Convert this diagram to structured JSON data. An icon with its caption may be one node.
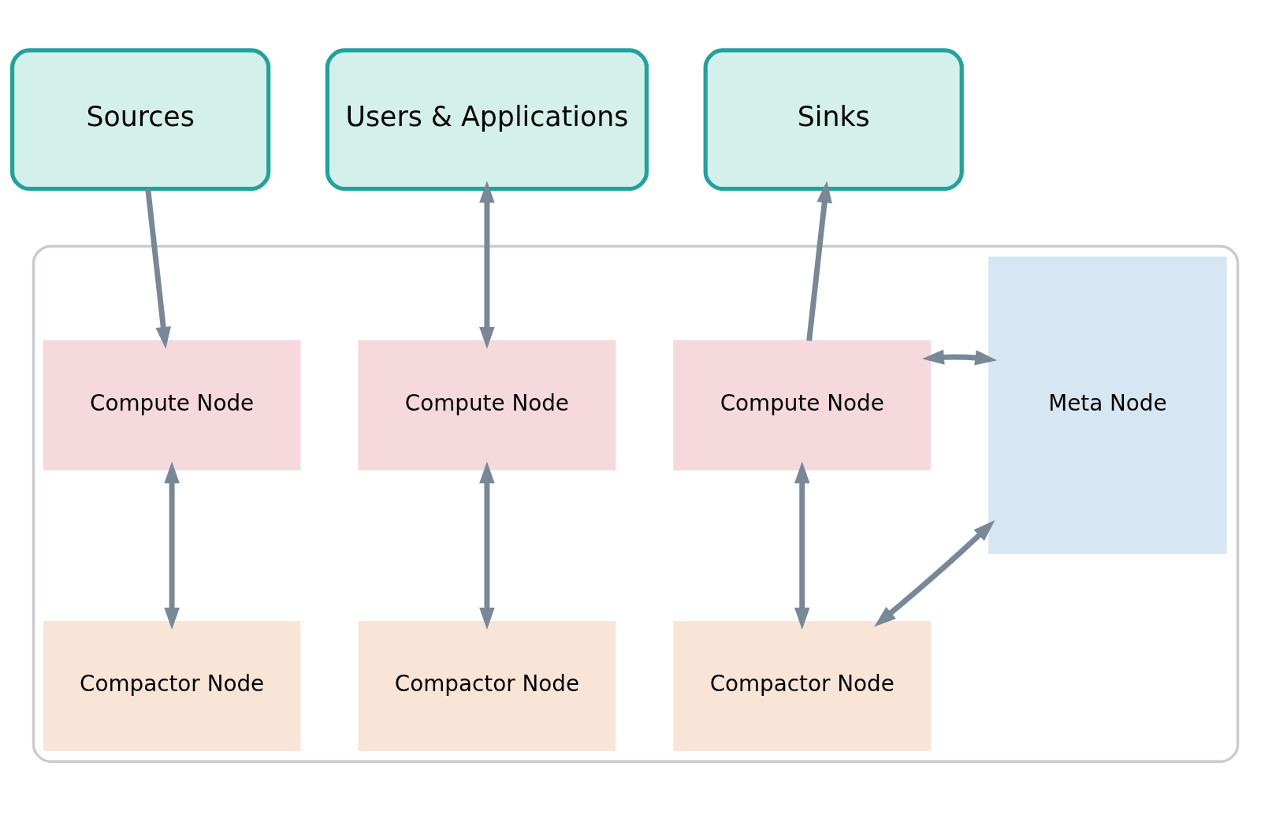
{
  "diagram": {
    "nodes": [
      {
        "text": [
          "Sources"
        ]
      },
      {
        "text": [
          "Users & Applications"
        ]
      },
      {
        "text": [
          "Sinks"
        ]
      },
      {
        "text": [],
        "shape": "box"
      },
      {
        "text": [
          "Compute Node"
        ],
        "in": 3
      },
      {
        "text": [
          "Compute Node"
        ],
        "in": 3
      },
      {
        "text": [
          "Compute Node"
        ],
        "in": 3
      },
      {
        "text": [
          "Compactor Node"
        ],
        "in": 3
      },
      {
        "text": [
          "Compactor Node"
        ],
        "in": 3
      },
      {
        "text": [
          "Compactor Node"
        ],
        "in": 3
      },
      {
        "text": [
          "Meta Node"
        ],
        "in": 3
      }
    ],
    "edges": [
      {
        "from": 0,
        "to": 4,
        "arrow": "to"
      },
      {
        "from": 1,
        "to": 5,
        "arrow": "both"
      },
      {
        "from": 6,
        "to": 2,
        "arrow": "to"
      },
      {
        "from": 4,
        "to": 7,
        "arrow": "both"
      },
      {
        "from": 5,
        "to": 8,
        "arrow": "both"
      },
      {
        "from": 6,
        "to": 9,
        "arrow": "both"
      },
      {
        "from": 6,
        "to": 10,
        "arrow": "both"
      },
      {
        "from": 9,
        "to": 10,
        "arrow": "both"
      }
    ]
  }
}
